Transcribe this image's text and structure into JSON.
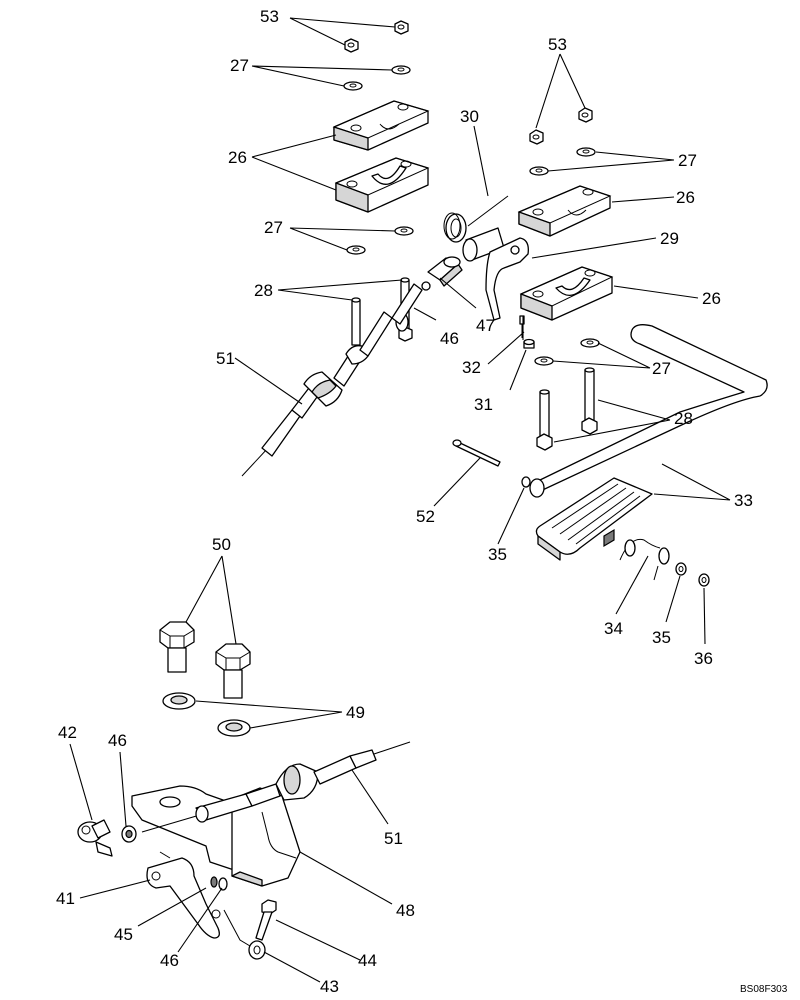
{
  "callouts": {
    "c53a": "53",
    "c27a": "27",
    "c26a": "26",
    "c27b": "27",
    "c28a": "28",
    "c51a": "51",
    "c46a": "46",
    "c47": "47",
    "c53b": "53",
    "c30": "30",
    "c27c": "27",
    "c26b": "26",
    "c29": "29",
    "c26c": "26",
    "c32": "32",
    "c31": "31",
    "c27d": "27",
    "c28b": "28",
    "c52": "52",
    "c35a": "35",
    "c33": "33",
    "c34": "34",
    "c35b": "35",
    "c36": "36",
    "c50": "50",
    "c49": "49",
    "c42": "42",
    "c46b": "46",
    "c51b": "51",
    "c41": "41",
    "c48": "48",
    "c45": "45",
    "c46c": "46",
    "c44": "44",
    "c43": "43"
  },
  "drawing_code": "BS08F303"
}
